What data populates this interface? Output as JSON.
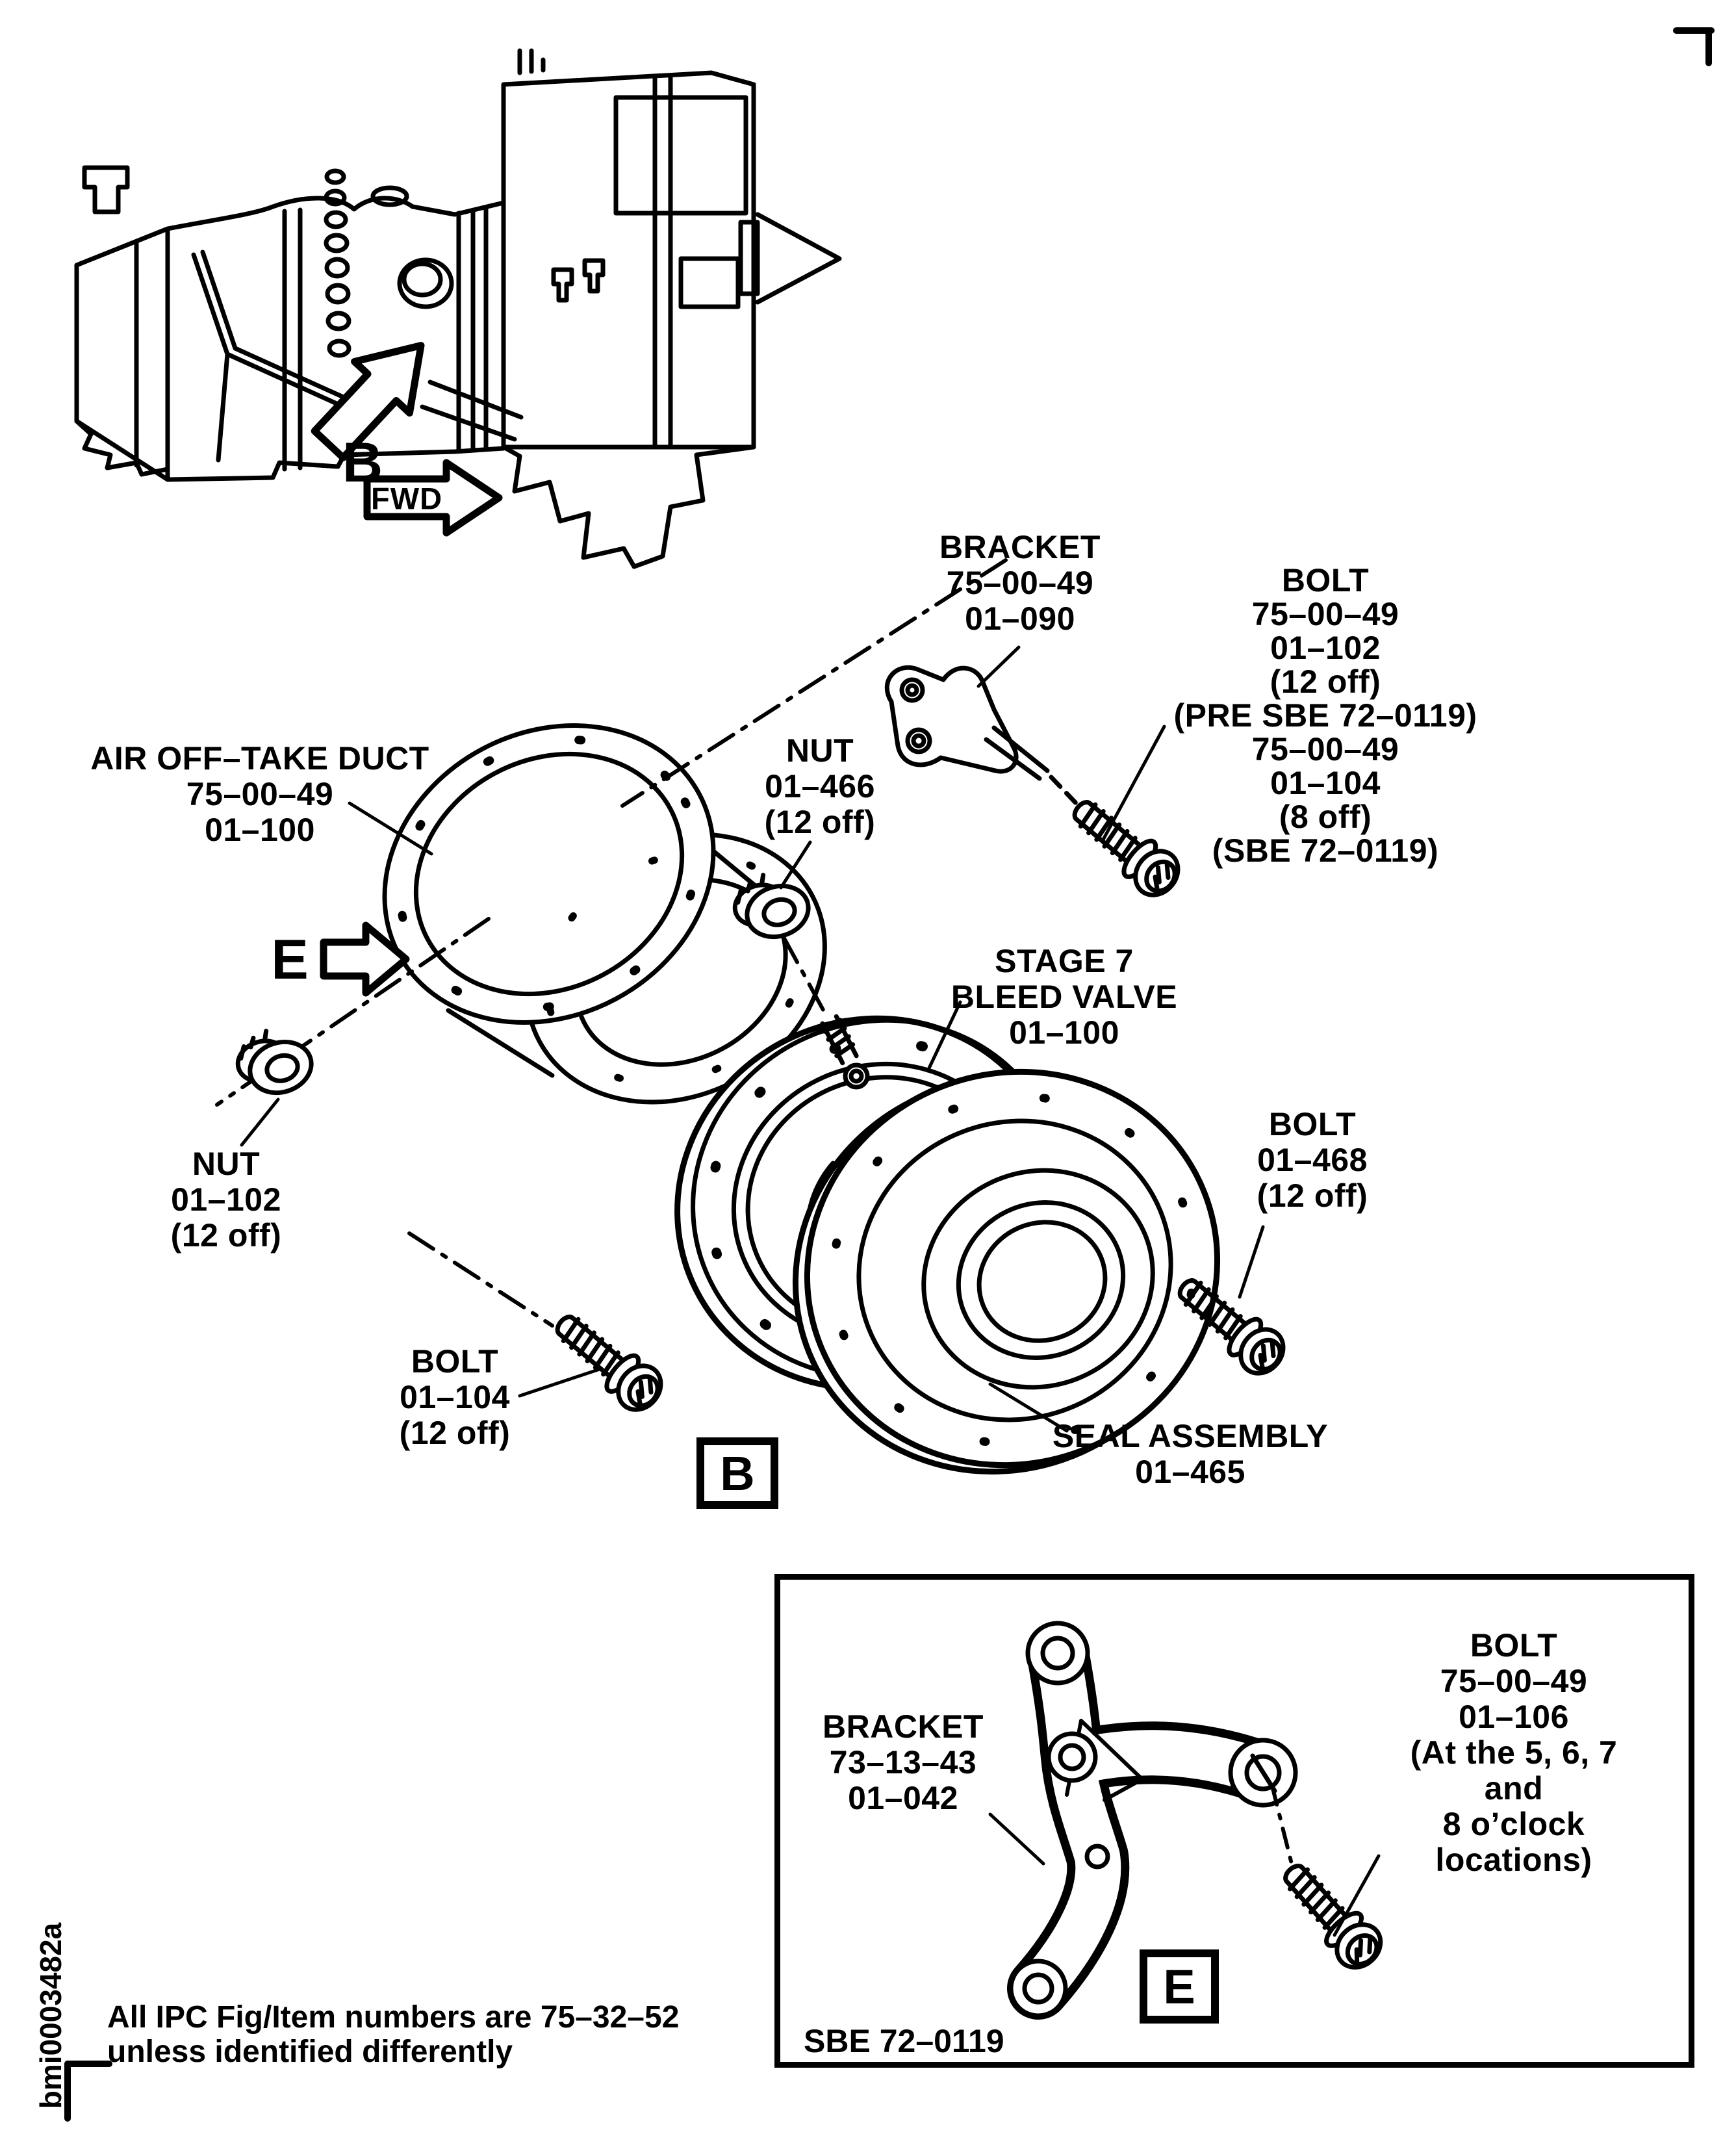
{
  "page": {
    "doc_id": "bmi0003482a",
    "footnote": [
      "All IPC Fig/Item numbers are 75–32–52",
      "unless identified differently"
    ],
    "ink_color": "#000000",
    "paper_color": "#ffffff"
  },
  "overview": {
    "detail_pointer_letter": "B",
    "fwd_label": "FWD"
  },
  "exploded_view": {
    "box_letter": "B",
    "e_pointer_letter": "E",
    "labels": {
      "bracket_090": [
        "BRACKET",
        "75–00–49",
        "01–090"
      ],
      "bolt_top": [
        "BOLT",
        "75–00–49",
        "01–102",
        "(12 off)",
        "(PRE SBE 72–0119)",
        "75–00–49",
        "01–104",
        "(8 off)",
        "(SBE 72–0119)"
      ],
      "air_duct": [
        "AIR OFF–TAKE DUCT",
        "75–00–49",
        "01–100"
      ],
      "nut_466": [
        "NUT",
        "01–466",
        "(12 off)"
      ],
      "stage7_valve": [
        "STAGE 7",
        "BLEED VALVE",
        "01–100"
      ],
      "nut_102": [
        "NUT",
        "01–102",
        "(12 off)"
      ],
      "bolt_104": [
        "BOLT",
        "01–104",
        "(12 off)"
      ],
      "bolt_468": [
        "BOLT",
        "01–468",
        "(12 off)"
      ],
      "seal_assembly": [
        "SEAL ASSEMBLY",
        "01–465"
      ]
    }
  },
  "detail_e": {
    "box_letter": "E",
    "sbe_note": "SBE 72–0119",
    "labels": {
      "bracket_042": [
        "BRACKET",
        "73–13–43",
        "01–042"
      ],
      "bolt_106": [
        "BOLT",
        "75–00–49",
        "01–106",
        "(At the 5, 6, 7 and",
        "8 o’clock locations)"
      ]
    }
  }
}
